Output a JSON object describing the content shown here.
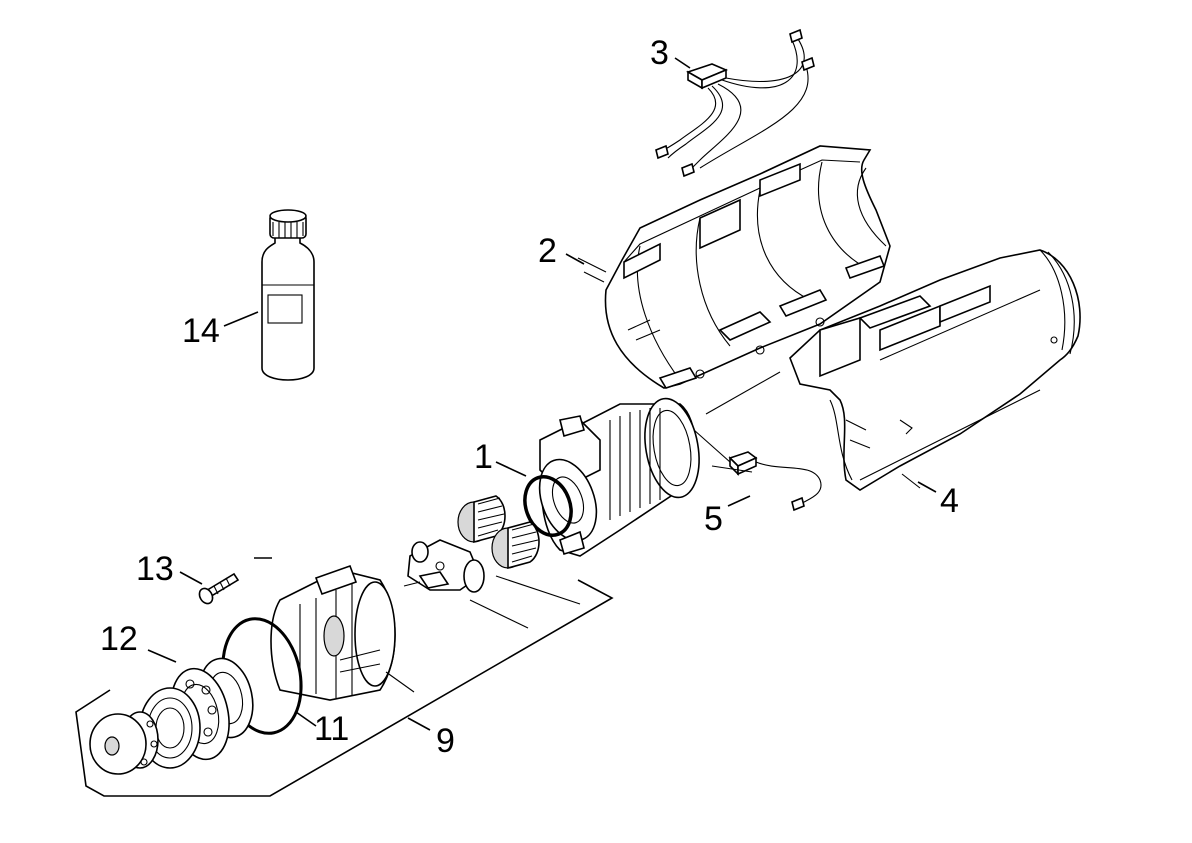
{
  "diagram": {
    "callouts": {
      "c1": "1",
      "c2": "2",
      "c3": "3",
      "c4": "4",
      "c5": "5",
      "c9": "9",
      "c11": "11",
      "c12": "12",
      "c13": "13",
      "c14": "14"
    }
  }
}
